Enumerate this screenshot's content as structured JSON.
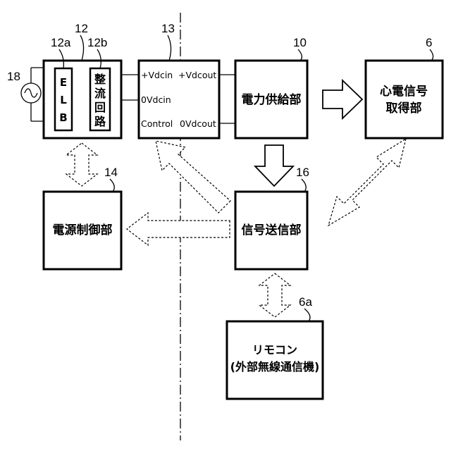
{
  "ref_numbers": {
    "power_control": "14",
    "power_supply": "10",
    "ecg": "6",
    "signal_tx": "16",
    "remote": "6a",
    "converter": "13",
    "breaker_unit": "12",
    "elb": "12a",
    "rectifier": "12b",
    "ac_source": "18"
  },
  "labels": {
    "power_control": "電源制御部",
    "power_supply": "電力供給部",
    "ecg_line1": "心電信号",
    "ecg_line2": "取得部",
    "signal_tx": "信号送信部",
    "remote_line1": "リモコン",
    "remote_line2": "(外部無線通信機)",
    "elb_chars": [
      "E",
      "L",
      "B"
    ],
    "rectifier_chars": [
      "整",
      "流",
      "回",
      "路"
    ]
  },
  "converter_ports": {
    "vdcin_pos": "+Vdcin",
    "vdcout_pos": "+Vdcout",
    "vdcin_zero": "0Vdcin",
    "control": "Control",
    "vdcout_zero": "0Vdcout"
  },
  "icons": {
    "ac_source": "ac-sine-wave-icon"
  }
}
